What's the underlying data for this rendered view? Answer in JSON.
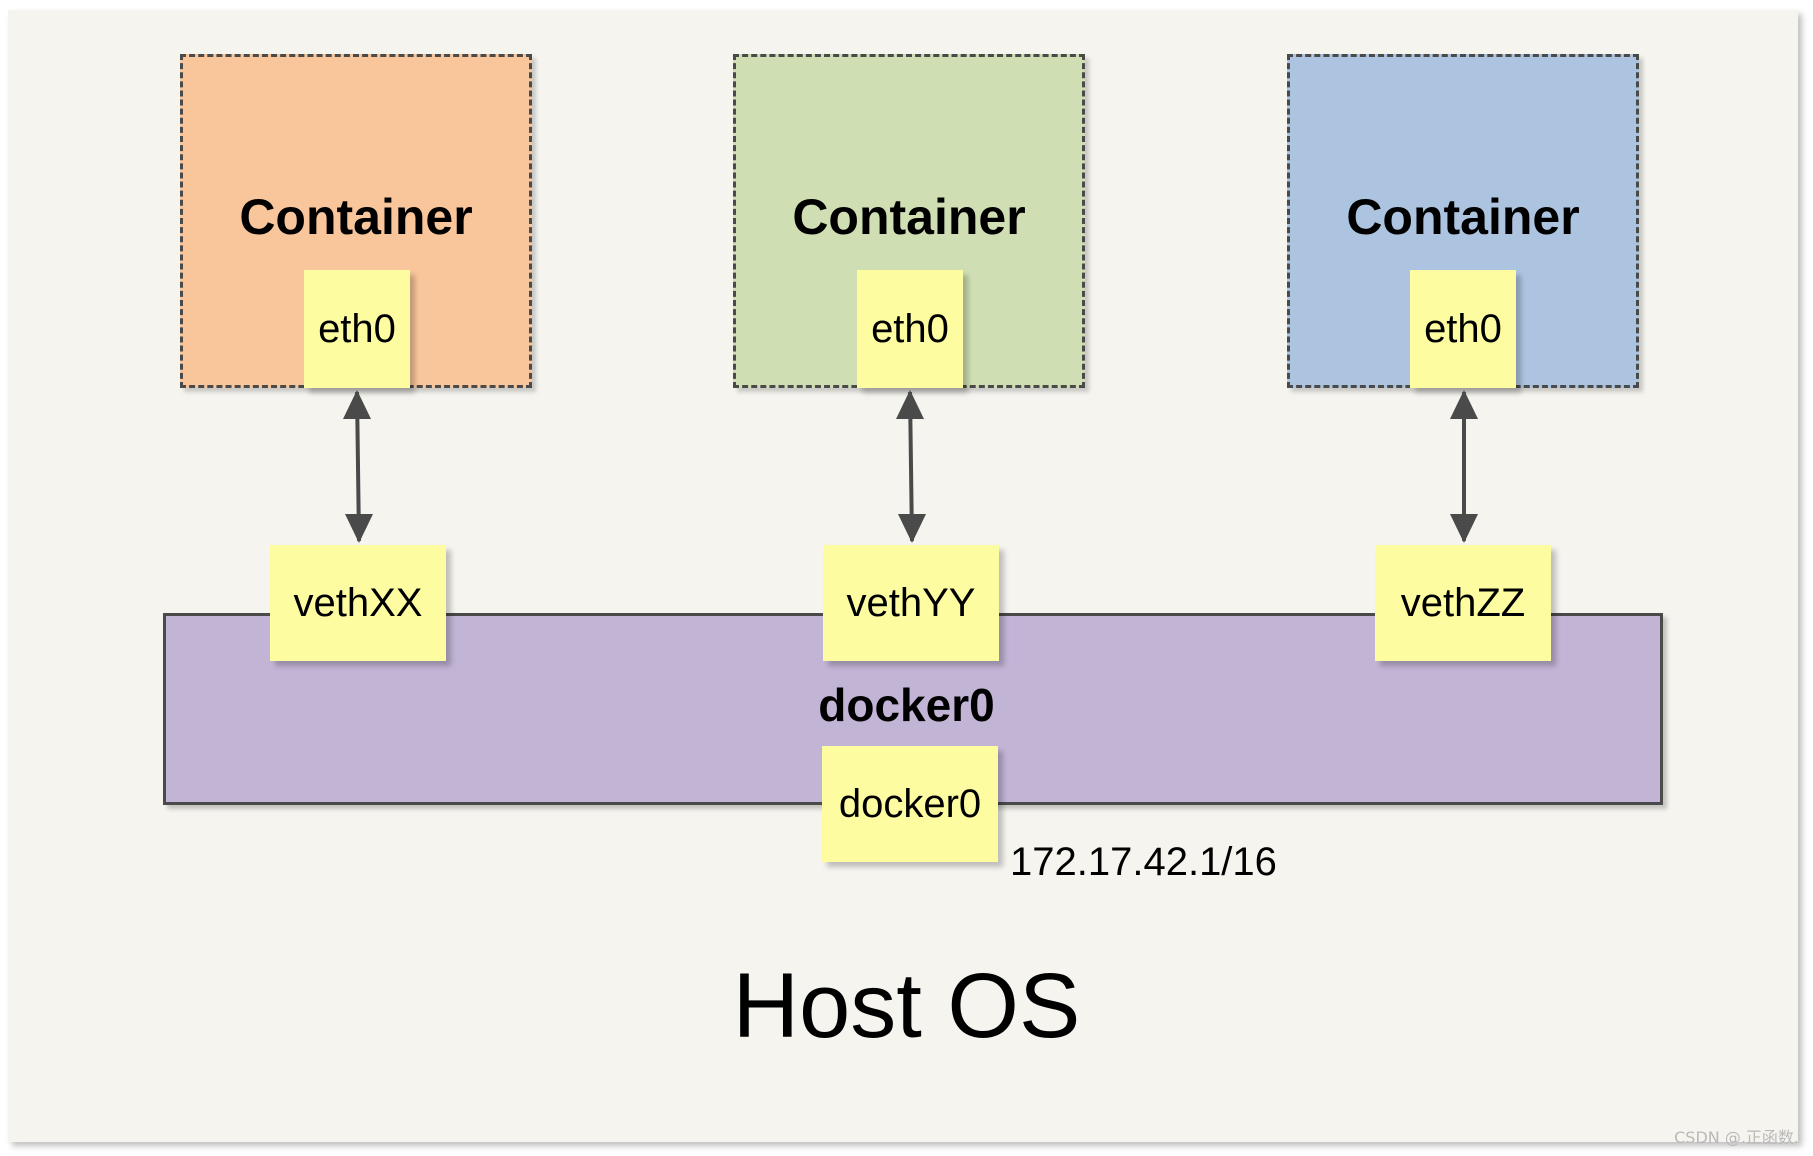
{
  "containers": [
    {
      "title": "Container",
      "interface": "eth0",
      "fill": "#f9c69b"
    },
    {
      "title": "Container",
      "interface": "eth0",
      "fill": "#d0dfb3"
    },
    {
      "title": "Container",
      "interface": "eth0",
      "fill": "#adc4e0"
    }
  ],
  "veths": [
    {
      "label": "vethXX"
    },
    {
      "label": "vethYY"
    },
    {
      "label": "vethZZ"
    }
  ],
  "bridge": {
    "title": "docker0",
    "interface": "docker0",
    "address": "172.17.42.1/16",
    "fill": "#c2b4d5"
  },
  "host": {
    "label": "Host OS",
    "background": "#f5f4ef"
  },
  "note_color": "#fdfca0",
  "watermark": "CSDN @.正函数."
}
